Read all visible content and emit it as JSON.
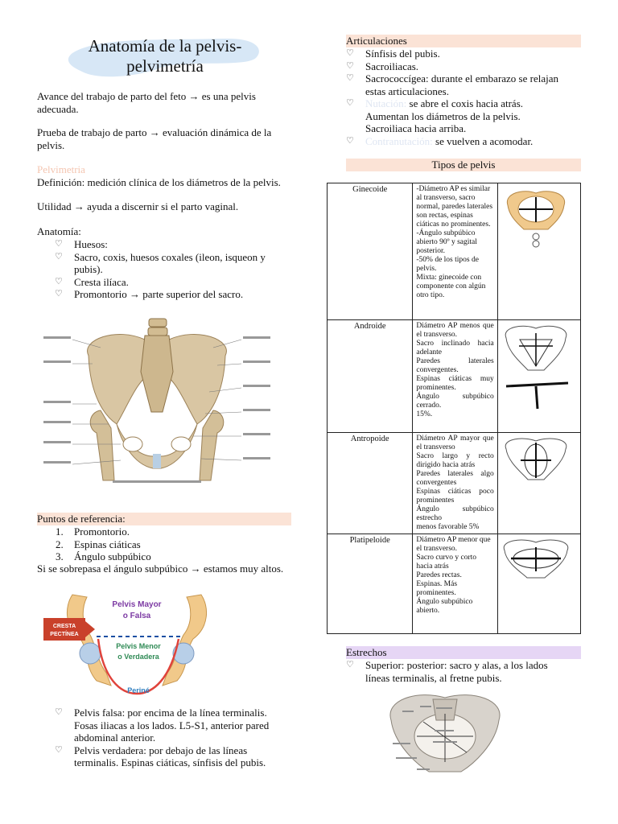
{
  "title": "Anatomía de la pelvis-pelvimetría",
  "left": {
    "p1": "Avance del trabajo de parto del feto → es una pelvis adecuada.",
    "p2": "Prueba de trabajo de parto → evaluación dinámica de la pelvis.",
    "pelvimetria_heading": "Pelvimetria",
    "definicion": "Definición: medición clínica de los diámetros de la pelvis.",
    "utilidad": "Utilidad → ayuda a discernir si el parto vaginal.",
    "anatomia_heading": "Anatomía:",
    "anatomia_items": [
      "Huesos:",
      "Sacro, coxis, huesos coxales (ileon, isqueon y pubis).",
      "Cresta ilíaca.",
      "Promontorio → parte superior del sacro."
    ],
    "puntos_heading": "Puntos de referencia:",
    "puntos_items": [
      "Promontorio.",
      "Espinas ciáticas",
      "Ángulo subpúbico"
    ],
    "sobrepasa": "Si se sobrepasa el ángulo subpúbico → estamos muy altos.",
    "diagram": {
      "cresta_label": "CRESTA PECTÍNEA",
      "mayor_label": "Pelvis Mayor o Falsa",
      "menor_label": "Pelvis Menor o Verdadera",
      "perine_label": "Periné"
    },
    "bottom_items": [
      "Pelvis falsa: por encima de la línea terminalis. Fosas iliacas a los lados. L5-S1, anterior pared abdominal anterior.",
      "Pelvis verdadera: por debajo de las líneas terminalis. Espinas ciáticas, sínfisis del pubis."
    ]
  },
  "right": {
    "articulaciones_heading": "Articulaciones",
    "art_items": [
      "Sínfisis del pubis.",
      "Sacroiliacas.",
      "Sacrococcígea: durante el embarazo se relajan estas articulaciones."
    ],
    "nutacion_word": "Nutación:",
    "nutacion_text": "se abre el coxis hacia atrás.",
    "nutacion_line2": "Aumentan los diámetros de la pelvis.",
    "nutacion_line3": "Sacroiliaca hacia arriba.",
    "contra_word": "Contranutación:",
    "contra_text": "se vuelven a acomodar.",
    "tipos_heading": "Tipos de pelvis",
    "tipos": [
      {
        "name": "Ginecoide",
        "desc": "-Diámetro AP es similar al transverso, sacro normal, paredes laterales son rectas, espinas ciáticas no prominentes.\n-Ángulo subpúbico abierto 90º y sagital posterior.\n-50% de los tipos de pelvis.\nMixta: ginecoide con componente con algún otro tipo."
      },
      {
        "name": "Androide",
        "desc": "Diámetro AP menos que el transverso.\nSacro inclinado hacia adelante\nParedes laterales convergentes.\nEspinas ciáticas muy prominentes.\nÁngulo subpúbico cerrado.\n15%."
      },
      {
        "name": "Antropoide",
        "desc": "Diámetro AP mayor que el transverso\nSacro largo y recto dirigido hacia atrás\nParedes laterales algo convergentes\nEspinas ciáticas poco prominentes\nÁngulo subpúbico estrecho\nmenos favorable 5%"
      },
      {
        "name": "Platipeloide",
        "desc": "Diámetro AP menor que el transverso.\nSacro curvo y corto hacia atrás\nParedes rectas.\nEspinas. Más prominentes.\nÁngulo subpúbico abierto."
      }
    ],
    "estrechos_heading": "Estrechos",
    "estrechos_item": "Superior: posterior: sacro y alas, a los lados líneas terminalis, al fretne pubis."
  },
  "colors": {
    "peach": "#fbe3d6",
    "lavender": "#e6d6f5",
    "bone": "#d9c6a3",
    "red_line": "#e0433b"
  }
}
